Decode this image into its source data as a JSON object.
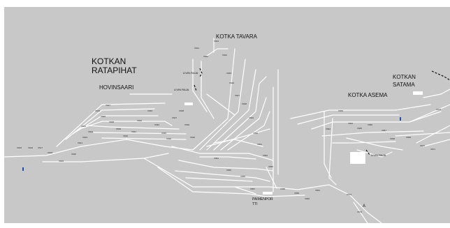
{
  "labels": {
    "kotkan_ratapihat_line1": "KOTKAN",
    "kotkan_ratapihat_line2": "RATAPIHAT",
    "kotka_tavara": "KOTKA TAVARA",
    "hovinsaari": "HOVINSAARI",
    "kotka_asema": "KOTKA ASEMA",
    "kotkan_satama_line1": "KOTKAN",
    "kotkan_satama_line2": "SATAMA",
    "paimenportti_line1": "PAIMENPOR",
    "paimenportti_line2": "TTI",
    "a": "A",
    "livin_raja_1": "LIVIN RAJA",
    "livin_raja_2": "LIVIN RAJA",
    "livin_raja_3": "LIVIN RAJA"
  },
  "track_codes": [
    "V615",
    "V616",
    "V617",
    "V618",
    "V619",
    "V620",
    "V621",
    "V622",
    "V623",
    "V624",
    "V625",
    "V626",
    "V627",
    "V628",
    "V629",
    "V630",
    "V631",
    "V632",
    "V633",
    "V634",
    "V635",
    "V636",
    "V637",
    "V638",
    "V639",
    "V640",
    "V641",
    "V642",
    "V643",
    "V644",
    "V645",
    "V646",
    "V647",
    "V648",
    "V649",
    "V650",
    "V651",
    "V652",
    "V653",
    "V654",
    "V655",
    "V656",
    "V657",
    "V658",
    "V659",
    "V660",
    "V661",
    "V662",
    "V663",
    "V664",
    "V665",
    "V666",
    "V667",
    "V668",
    "V669",
    "V670",
    "V671",
    "V672",
    "V673",
    "V674"
  ]
}
